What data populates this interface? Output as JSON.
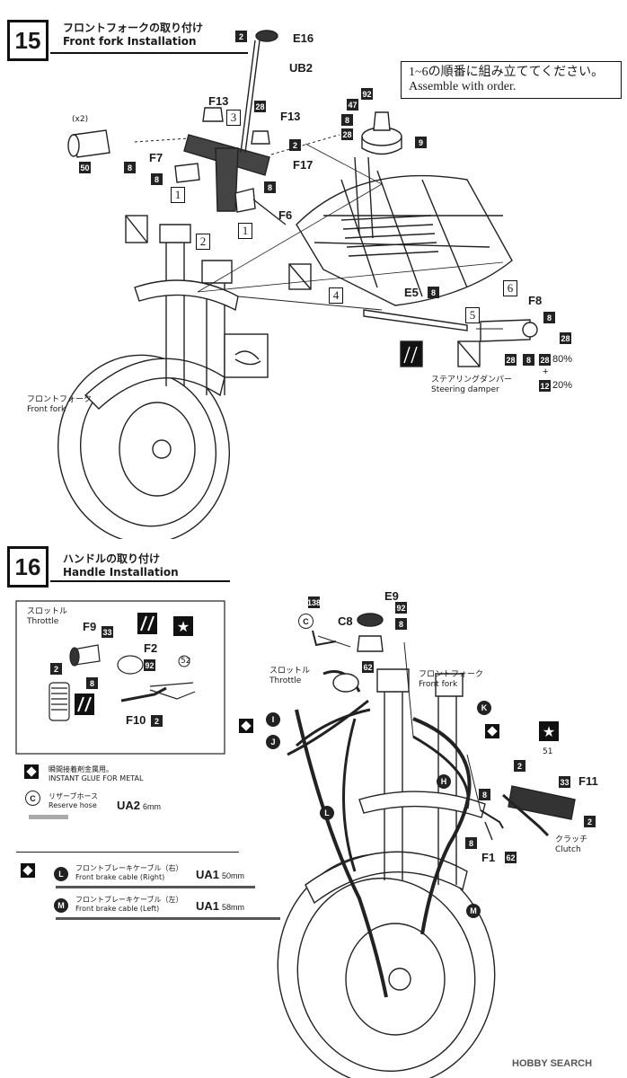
{
  "step15": {
    "number": "15",
    "title_jp": "フロントフォークの取り付け",
    "title_en": "Front fork Installation",
    "note_jp": "1~6の順番に組み立ててください。",
    "note_en": "Assemble with order.",
    "part_labels": [
      "E16",
      "UB2",
      "F13",
      "F13",
      "F7",
      "F17",
      "F6",
      "E5",
      "F8"
    ],
    "paint_codes": [
      "2",
      "28",
      "2",
      "8",
      "8",
      "8",
      "50",
      "8",
      "92",
      "47",
      "8",
      "28",
      "9",
      "8",
      "28",
      "8",
      "28",
      "28",
      "12"
    ],
    "order_markers": [
      "1",
      "1",
      "2",
      "3",
      "4",
      "5",
      "6"
    ],
    "x2": "(x2)",
    "mix_80": "80%",
    "mix_plus": "+",
    "mix_20": "20%",
    "front_fork_jp": "フロントフォーク",
    "front_fork_en": "Front fork",
    "steering_damper_jp": "ステアリングダンパー",
    "steering_damper_en": "Steering damper"
  },
  "step16": {
    "number": "16",
    "title_jp": "ハンドルの取り付け",
    "title_en": "Handle Installation",
    "throttle_jp": "スロットル",
    "throttle_en": "Throttle",
    "front_fork_jp": "フロントフォーク",
    "front_fork_en": "Front fork",
    "clutch_jp": "クラッチ",
    "clutch_en": "Clutch",
    "part_labels": [
      "F9",
      "F2",
      "F10",
      "E9",
      "C8",
      "F11",
      "F1"
    ],
    "paint_codes": [
      "33",
      "92",
      "2",
      "8",
      "2",
      "138",
      "92",
      "8",
      "62",
      "2",
      "8",
      "33",
      "2",
      "8",
      "62"
    ],
    "decal_codes": [
      "52",
      "51"
    ],
    "hose_markers": [
      "I",
      "J",
      "K",
      "H",
      "L",
      "M"
    ],
    "c_marker": "C"
  },
  "legend": {
    "glue_jp": "瞬間接着剤金属用。",
    "glue_en": "INSTANT GLUE  FOR METAL",
    "c_label": "C",
    "reserve_hose_jp": "リザーブホース",
    "reserve_hose_en": "Reserve hose",
    "ua2": "UA2",
    "ua2_len": "6mm",
    "l_label": "L",
    "l_jp": "フロントブレーキケーブル（右）",
    "l_en": "Front brake cable (Right)",
    "ua1_right": "UA1",
    "ua1_right_len": "50mm",
    "m_label": "M",
    "m_jp": "フロントブレーキケーブル（左）",
    "m_en": "Front brake cable (Left)",
    "ua1_left": "UA1",
    "ua1_left_len": "58mm"
  },
  "watermark": "HOBBY SEARCH",
  "colors": {
    "ink": "#111111",
    "paper": "#ffffff",
    "line": "#333333"
  }
}
